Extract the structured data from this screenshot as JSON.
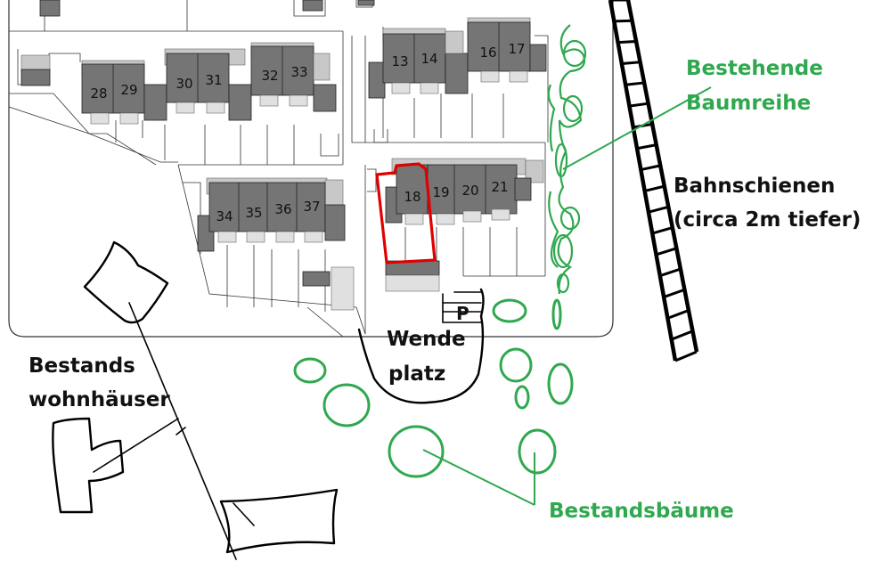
{
  "houses": {
    "numbers": [
      "28",
      "29",
      "30",
      "31",
      "32",
      "33",
      "13",
      "14",
      "16",
      "17",
      "18",
      "19",
      "20",
      "21",
      "34",
      "35",
      "36",
      "37"
    ]
  },
  "parking": {
    "label": "P"
  },
  "labels": {
    "turnaround_line1": "Wende",
    "turnaround_line2": "platz",
    "existing_houses_line1": "Bestands",
    "existing_houses_line2": "wohnhäuser",
    "tree_row_line1": "Bestehende",
    "tree_row_line2": "Baumreihe",
    "rails_line1": "Bahnschienen",
    "rails_line2": "(circa 2m tiefer)",
    "existing_trees": "Bestandsbäume"
  },
  "colors": {
    "annotation_green": "#2fa84f",
    "highlight_red": "#e00000",
    "building_gray": "#757575"
  }
}
